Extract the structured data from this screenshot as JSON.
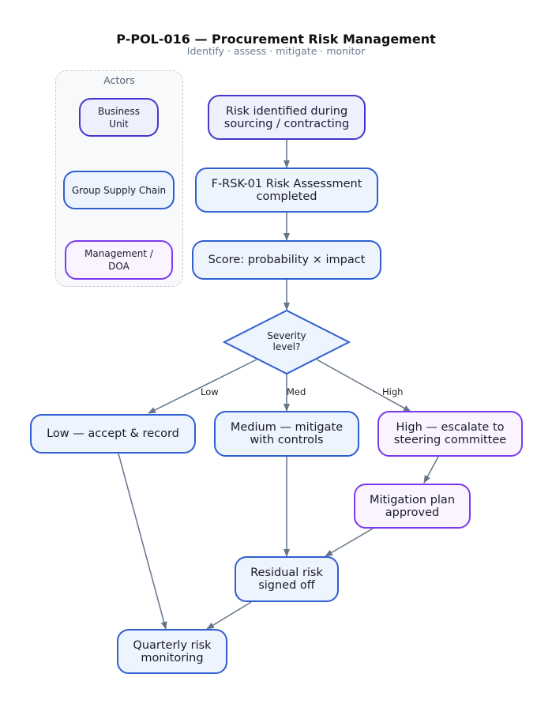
{
  "title": "P-POL-016 — Procurement Risk Management",
  "subtitle": "Identify · assess · mitigate · monitor",
  "actors": {
    "label": "Actors",
    "items": [
      "Business Unit",
      "Group Supply Chain",
      "Management / DOA"
    ]
  },
  "nodes": {
    "risk_identified": "Risk identified during\nsourcing / contracting",
    "assessment": "F-RSK-01 Risk Assessment\ncompleted",
    "score": "Score: probability × impact",
    "severity": "Severity\nlevel?",
    "low": "Low — accept & record",
    "medium": "Medium — mitigate\nwith controls",
    "high": "High — escalate to\nsteering committee",
    "mitigation": "Mitigation plan\napproved",
    "residual": "Residual risk\nsigned off",
    "monitoring": "Quarterly risk\nmonitoring"
  },
  "edge_labels": {
    "low": "Low",
    "med": "Med",
    "high": "High"
  },
  "colors": {
    "blue_border": "#2f5fd0",
    "indigo_border": "#4338ca",
    "purple_border": "#7c3aed",
    "arrow": "#64748b"
  }
}
